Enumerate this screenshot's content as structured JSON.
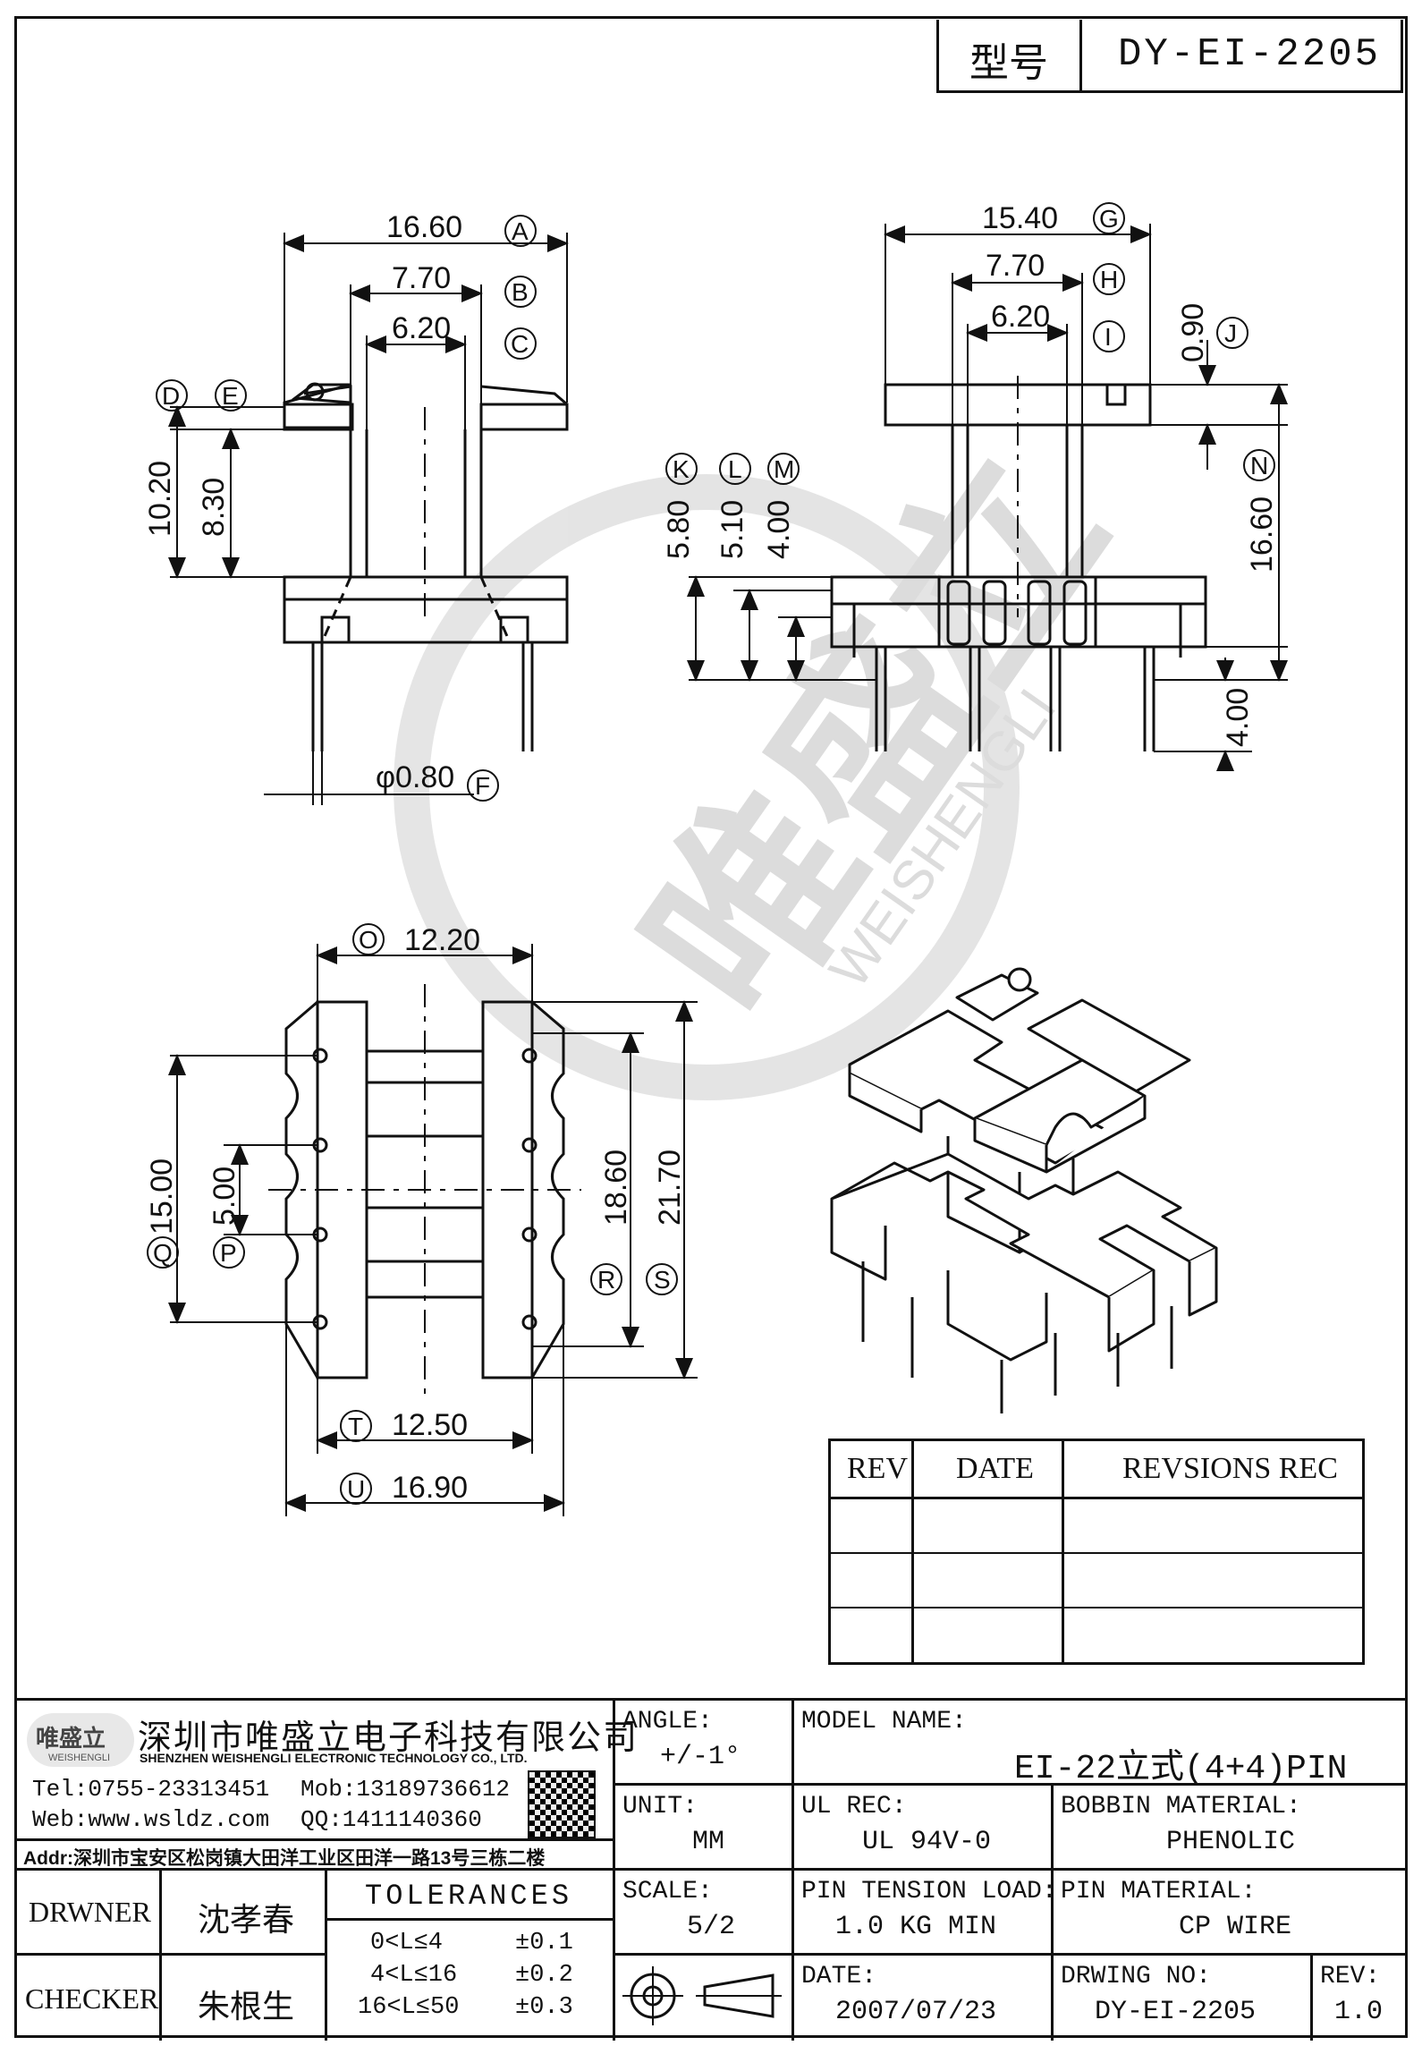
{
  "header": {
    "model_label": "型号",
    "model_value": "DY-EI-2205"
  },
  "watermark": {
    "cn": "唯盛立",
    "en": "WEISHENGLI"
  },
  "dimensions": {
    "top_left": [
      {
        "value": "16.60",
        "tag": "A"
      },
      {
        "value": "7.70",
        "tag": "B"
      },
      {
        "value": "6.20",
        "tag": "C"
      },
      {
        "tag": "D"
      },
      {
        "tag": "E"
      },
      {
        "value": "10.20"
      },
      {
        "value": "8.30"
      },
      {
        "value": "φ0.80",
        "tag": "F"
      }
    ],
    "top_right": [
      {
        "value": "15.40",
        "tag": "G"
      },
      {
        "value": "7.70",
        "tag": "H"
      },
      {
        "value": "6.20",
        "tag": "I"
      },
      {
        "value": "0.90",
        "tag": "J"
      },
      {
        "tag": "K"
      },
      {
        "tag": "L"
      },
      {
        "tag": "M"
      },
      {
        "value": "5.80"
      },
      {
        "value": "5.10"
      },
      {
        "value": "4.00"
      },
      {
        "tag": "N"
      },
      {
        "value": "16.60"
      },
      {
        "value": "4.00"
      }
    ],
    "bottom_left": [
      {
        "value": "12.20",
        "tag": "O"
      },
      {
        "value": "15.00",
        "tag": "Q"
      },
      {
        "value": "5.00",
        "tag": "P"
      },
      {
        "value": "18.60",
        "tag": "R"
      },
      {
        "value": "21.70",
        "tag": "S"
      },
      {
        "value": "12.50",
        "tag": "T"
      },
      {
        "value": "16.90",
        "tag": "U"
      }
    ]
  },
  "revision_table": {
    "headers": [
      "REV",
      "DATE",
      "REVSIONS REC"
    ],
    "rows": [
      [
        "",
        "",
        ""
      ],
      [
        "",
        "",
        ""
      ],
      [
        "",
        "",
        ""
      ]
    ]
  },
  "company": {
    "logo_text": "唯盛立",
    "logo_sub": "WEISHENGLI",
    "name_cn": "深圳市唯盛立电子科技有限公司",
    "name_en": "SHENZHEN WEISHENGLI ELECTRONIC TECHNOLOGY CO., LTD.",
    "tel": "Tel:0755-23313451",
    "mob": "Mob:13189736612",
    "web": "Web:www.wsldz.com",
    "qq": "QQ:1411140360",
    "addr": "Addr:深圳市宝安区松岗镇大田洋工业区田洋一路13号三栋二楼"
  },
  "title_block": {
    "angle_label": "ANGLE:",
    "angle_value": "+/-1°",
    "unit_label": "UNIT:",
    "unit_value": "MM",
    "scale_label": "SCALE:",
    "scale_value": "5/2",
    "model_name_label": "MODEL NAME:",
    "model_name_value": "EI-22立式(4+4)PIN",
    "ul_rec_label": "UL REC:",
    "ul_rec_value": "UL 94V-0",
    "bobbin_label": "BOBBIN MATERIAL:",
    "bobbin_value": "PHENOLIC",
    "pin_tension_label": "PIN TENSION LOAD:",
    "pin_tension_value": "1.0 KG MIN",
    "pin_material_label": "PIN MATERIAL:",
    "pin_material_value": "CP WIRE",
    "date_label": "DATE:",
    "date_value": "2007/07/23",
    "drwing_no_label": "DRWING NO:",
    "drwing_no_value": "DY-EI-2205",
    "rev_label": "REV:",
    "rev_value": "1.0",
    "drwner_label": "DRWNER",
    "drwner_value": "沈孝春",
    "checker_label": "CHECKER",
    "checker_value": "朱根生",
    "tolerances_label": "TOLERANCES",
    "tolerances": [
      {
        "range": "0<L≤4",
        "tol": "±0.1"
      },
      {
        "range": "4<L≤16",
        "tol": "±0.2"
      },
      {
        "range": "16<L≤50",
        "tol": "±0.3"
      }
    ]
  }
}
